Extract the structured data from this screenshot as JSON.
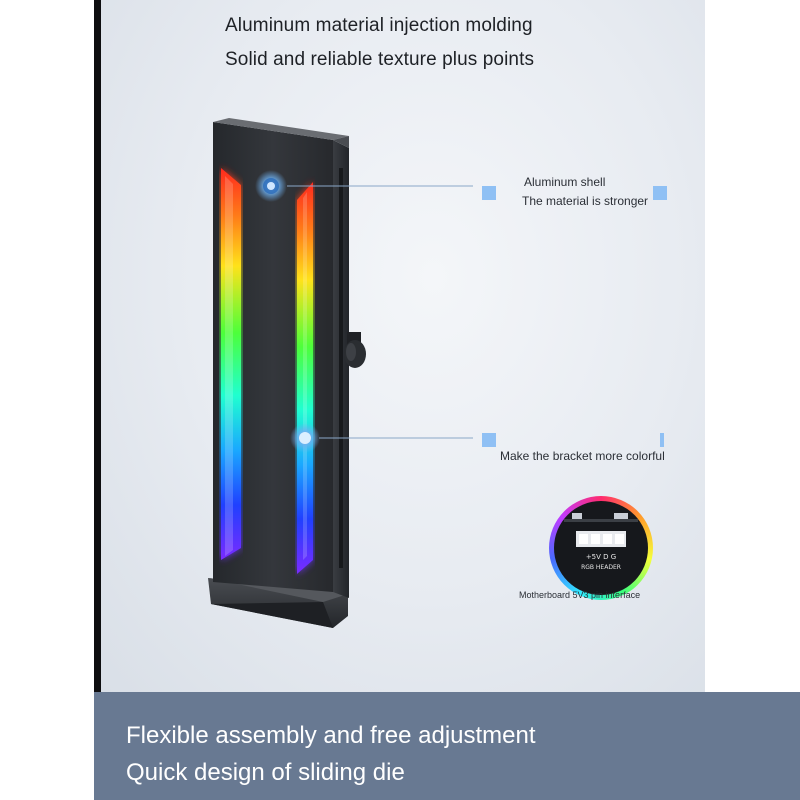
{
  "headline": {
    "line1": "Aluminum material injection molding",
    "line2": "Solid and reliable texture plus points"
  },
  "callouts": {
    "shell_title": "Aluminum shell",
    "shell_subtitle": "The material is stronger",
    "colorful": "Make the bracket more colorful",
    "motherboard": "Motherboard 5V3 pin interface"
  },
  "connector": {
    "pin_labels": "+5V D G",
    "header_label": "RGB HEADER"
  },
  "footer": {
    "line1": "Flexible assembly and free adjustment",
    "line2": "Quick design of sliding die"
  },
  "colors": {
    "accent_marker": "#8fc0f4",
    "footer_bg": "#687992",
    "bracket_body": "#2e3136"
  }
}
